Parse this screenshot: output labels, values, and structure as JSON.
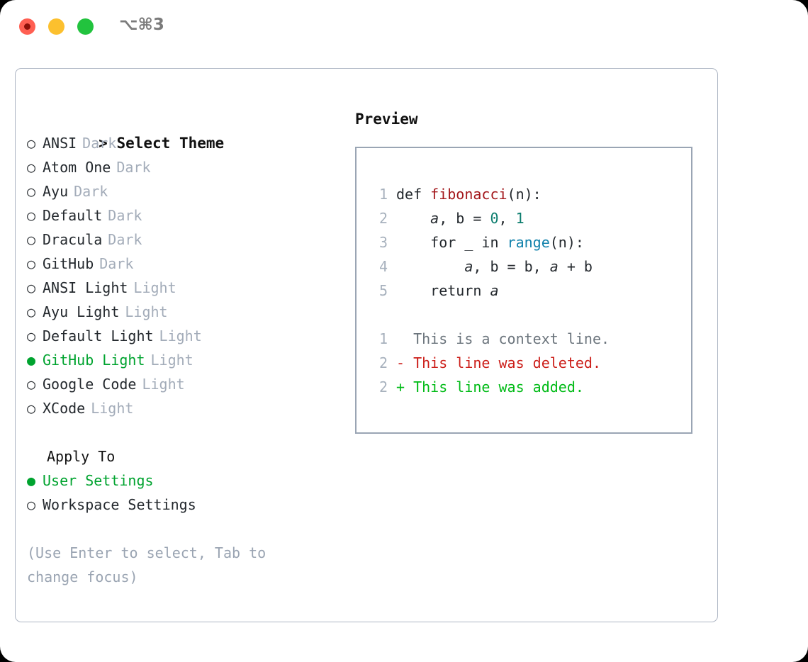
{
  "titlebar": {
    "shortcut": "⌥⌘3",
    "lights": [
      "close-red",
      "minimize-yellow",
      "zoom-green"
    ]
  },
  "theme_picker": {
    "header": "> Select Theme",
    "header_caret": ">",
    "header_text": "Select Theme",
    "bullet_unselected": "○",
    "bullet_selected": "●",
    "items": [
      {
        "label": "ANSI",
        "tag": "Dark",
        "selected": false
      },
      {
        "label": "Atom One",
        "tag": "Dark",
        "selected": false
      },
      {
        "label": "Ayu",
        "tag": "Dark",
        "selected": false
      },
      {
        "label": "Default",
        "tag": "Dark",
        "selected": false
      },
      {
        "label": "Dracula",
        "tag": "Dark",
        "selected": false
      },
      {
        "label": "GitHub",
        "tag": "Dark",
        "selected": false
      },
      {
        "label": "ANSI Light",
        "tag": "Light",
        "selected": false
      },
      {
        "label": "Ayu Light",
        "tag": "Light",
        "selected": false
      },
      {
        "label": "Default Light",
        "tag": "Light",
        "selected": false
      },
      {
        "label": "GitHub Light",
        "tag": "Light",
        "selected": true
      },
      {
        "label": "Google Code",
        "tag": "Light",
        "selected": false
      },
      {
        "label": "XCode",
        "tag": "Light",
        "selected": false
      }
    ]
  },
  "apply_to": {
    "header": "Apply To",
    "options": [
      {
        "label": "User Settings",
        "selected": true
      },
      {
        "label": "Workspace Settings",
        "selected": false
      }
    ]
  },
  "hint": "(Use Enter to select, Tab to change focus)",
  "preview": {
    "title": "Preview",
    "code_lines": [
      {
        "number": "1",
        "tokens": [
          {
            "text": "def ",
            "kind": "plain"
          },
          {
            "text": "fibonacci",
            "kind": "fn"
          },
          {
            "text": "(n):",
            "kind": "plain"
          }
        ]
      },
      {
        "number": "2",
        "tokens": [
          {
            "text": "    ",
            "kind": "plain"
          },
          {
            "text": "a",
            "kind": "var"
          },
          {
            "text": ", b = ",
            "kind": "plain"
          },
          {
            "text": "0",
            "kind": "num"
          },
          {
            "text": ", ",
            "kind": "plain"
          },
          {
            "text": "1",
            "kind": "num"
          }
        ]
      },
      {
        "number": "3",
        "tokens": [
          {
            "text": "    for _ in ",
            "kind": "plain"
          },
          {
            "text": "range",
            "kind": "builtin"
          },
          {
            "text": "(n):",
            "kind": "plain"
          }
        ]
      },
      {
        "number": "4",
        "tokens": [
          {
            "text": "        ",
            "kind": "plain"
          },
          {
            "text": "a",
            "kind": "var"
          },
          {
            "text": ", b = b, ",
            "kind": "plain"
          },
          {
            "text": "a",
            "kind": "var"
          },
          {
            "text": " + b",
            "kind": "plain"
          }
        ]
      },
      {
        "number": "5",
        "tokens": [
          {
            "text": "    return ",
            "kind": "plain"
          },
          {
            "text": "a",
            "kind": "var"
          }
        ]
      }
    ],
    "diff_lines": [
      {
        "number": "1",
        "marker": " ",
        "text": " This is a context line.",
        "kind": "ctx"
      },
      {
        "number": "2",
        "marker": "-",
        "text": " This line was deleted.",
        "kind": "del"
      },
      {
        "number": "2",
        "marker": "+",
        "text": " This line was added.",
        "kind": "add"
      }
    ]
  },
  "colors": {
    "accent_green": "#00a32f",
    "diff_add": "#00bb16",
    "diff_del": "#cc1f1a",
    "muted": "#a3acb9",
    "border": "#9aa5b4",
    "fn_red": "#a3171b",
    "num_teal": "#0c7d6e",
    "builtin_blue": "#1081ab"
  }
}
